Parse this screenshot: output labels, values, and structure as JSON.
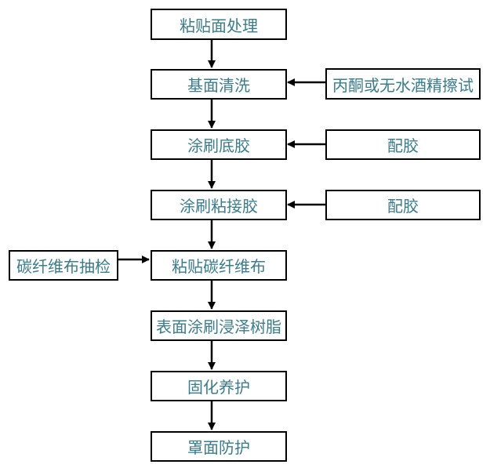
{
  "title": "粘贴面处理",
  "steps": {
    "surface_prep": "粘贴面处理",
    "base_clean": "基面清洗",
    "primer": "涂刷底胶",
    "adhesive": "涂刷粘接胶",
    "paste_cfrp": "粘贴碳纤维布",
    "resin_coat": "表面涂刷浸泽树脂",
    "curing": "固化养护",
    "protection": "罩面防护"
  },
  "inputs": {
    "solvent_wipe": "丙酮或无水酒精擦试",
    "mix_primer": "配胶",
    "mix_adhesive": "配胶",
    "cfrp_inspection": "碳纤维布抽检"
  }
}
